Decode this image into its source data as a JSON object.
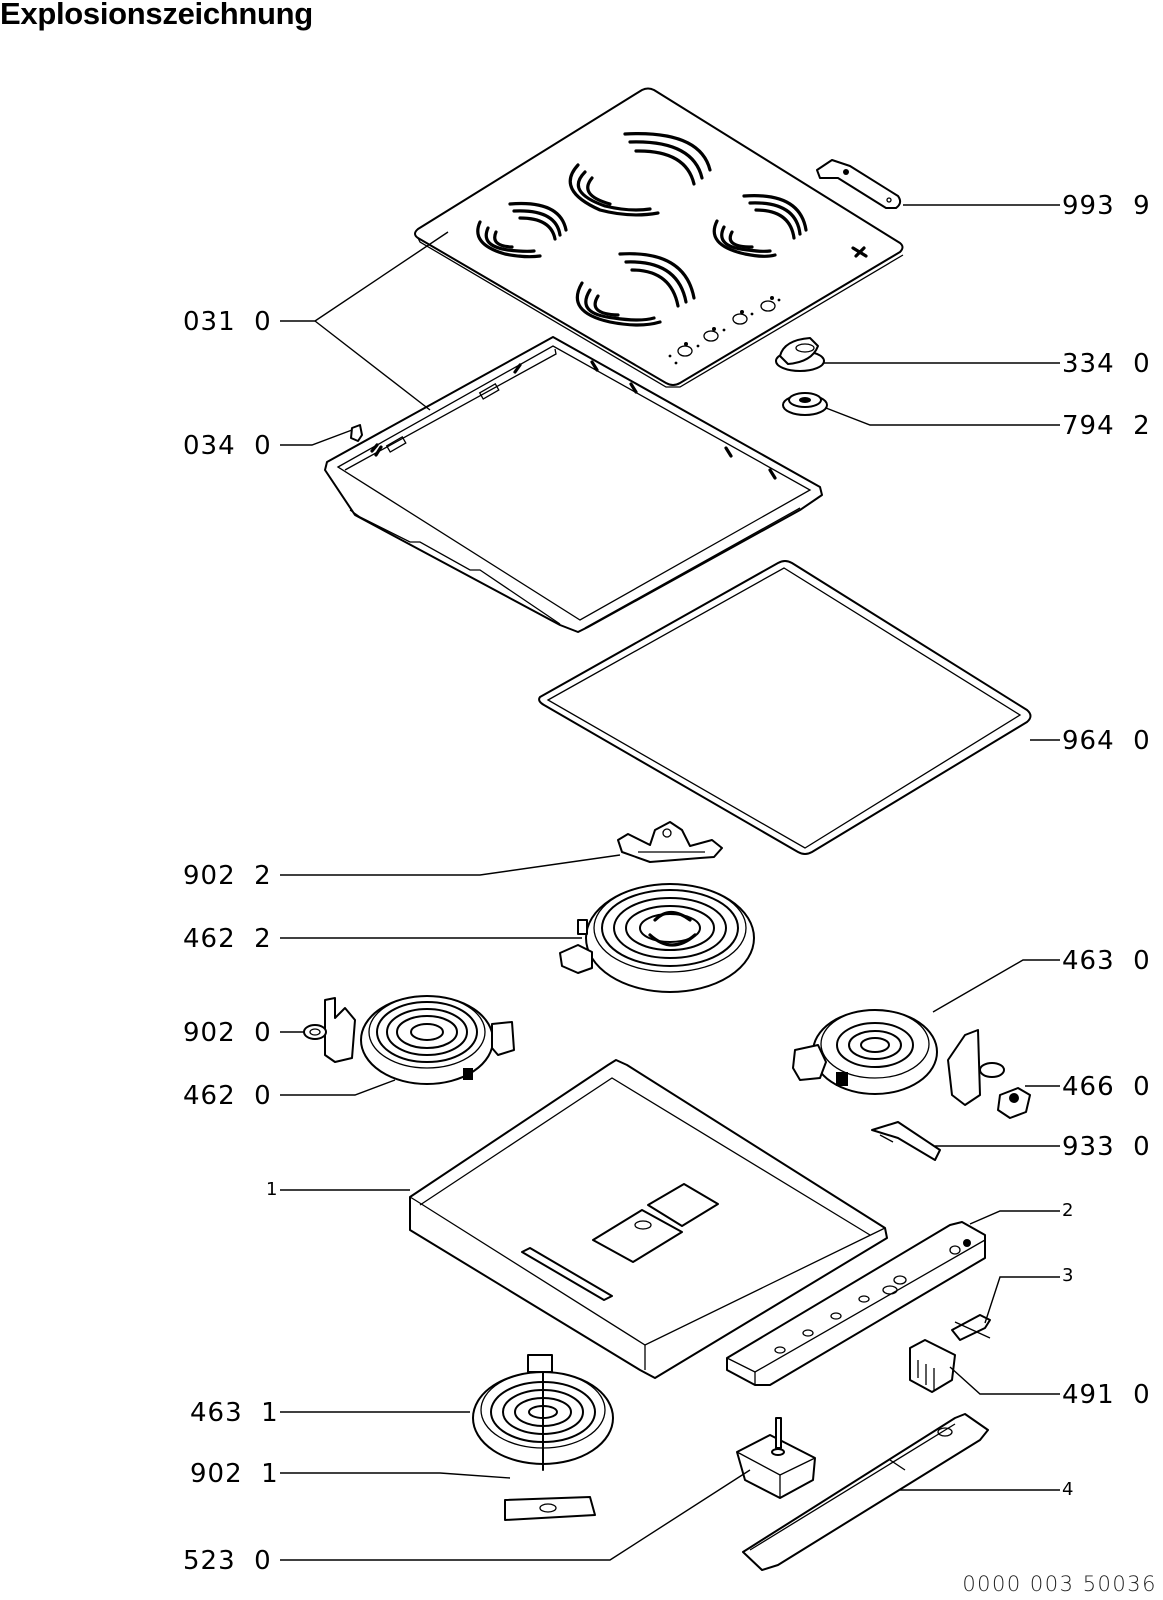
{
  "title": "Explosionszeichnung",
  "document_number": "0000 003 50036",
  "parts": [
    {
      "id": "993-9",
      "label": "993  9",
      "side": "right",
      "component": "bracket-holder"
    },
    {
      "id": "031-0",
      "label": "031  0",
      "side": "left",
      "component": "glass-ceramic-top-with-frame"
    },
    {
      "id": "334-0",
      "label": "334  0",
      "side": "right",
      "component": "control-knob"
    },
    {
      "id": "034-0",
      "label": "034  0",
      "side": "left",
      "component": "clip"
    },
    {
      "id": "794-2",
      "label": "794  2",
      "side": "right",
      "component": "knob-bushing"
    },
    {
      "id": "964-0",
      "label": "964  0",
      "side": "right",
      "component": "seal-gasket"
    },
    {
      "id": "902-2",
      "label": "902  2",
      "side": "left",
      "component": "heating-element-bracket"
    },
    {
      "id": "462-2",
      "label": "462  2",
      "side": "left",
      "component": "radiant-heating-element-large"
    },
    {
      "id": "463-0",
      "label": "463  0",
      "side": "right",
      "component": "radiant-heating-element"
    },
    {
      "id": "902-0",
      "label": "902  0",
      "side": "left",
      "component": "heating-element-bracket"
    },
    {
      "id": "466-0",
      "label": "466  0",
      "side": "right",
      "component": "terminal-block"
    },
    {
      "id": "462-0",
      "label": "462  0",
      "side": "left",
      "component": "radiant-heating-element"
    },
    {
      "id": "933-0",
      "label": "933  0",
      "side": "right",
      "component": "spring-clip"
    },
    {
      "id": "1",
      "label": "1",
      "side": "left",
      "component": "bottom-tray"
    },
    {
      "id": "2",
      "label": "2",
      "side": "right",
      "component": "control-housing"
    },
    {
      "id": "3",
      "label": "3",
      "side": "right",
      "component": "clamp"
    },
    {
      "id": "491-0",
      "label": "491  0",
      "side": "right",
      "component": "connector"
    },
    {
      "id": "463-1",
      "label": "463  1",
      "side": "left",
      "component": "radiant-heating-element"
    },
    {
      "id": "4",
      "label": "4",
      "side": "right",
      "component": "cover-strip"
    },
    {
      "id": "902-1",
      "label": "902  1",
      "side": "left",
      "component": "heating-element-bracket"
    },
    {
      "id": "523-0",
      "label": "523  0",
      "side": "left",
      "component": "energy-regulator"
    }
  ]
}
